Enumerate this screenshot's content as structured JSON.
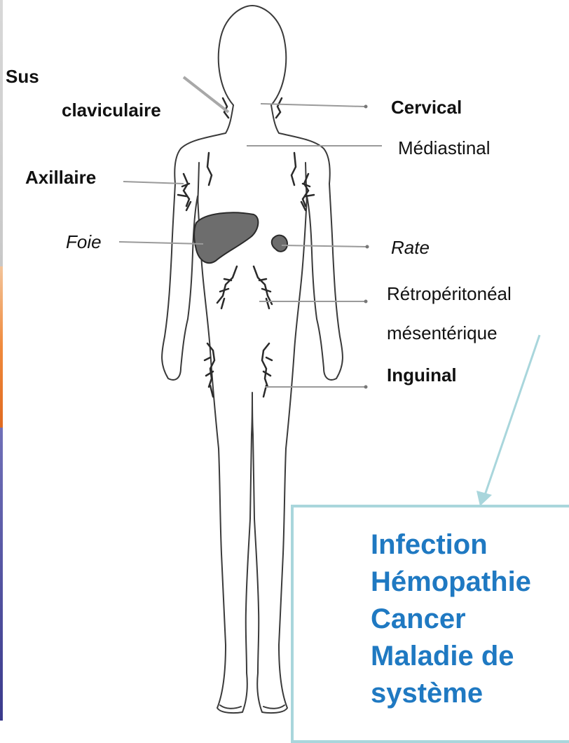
{
  "labels": {
    "sus_line1": "Sus",
    "sus_line2": "claviculaire",
    "axillaire": "Axillaire",
    "foie": "Foie",
    "cervical": "Cervical",
    "mediastinal": "Médiastinal",
    "rate": "Rate",
    "retroperitoneal_line1": "Rétropéritonéal",
    "retroperitoneal_line2": "mésentérique",
    "inguinal": "Inguinal"
  },
  "causes": [
    "Infection",
    "Hémopathie",
    "Cancer",
    "Maladie de",
    "système"
  ],
  "colors": {
    "causes_text": "#1f79c2",
    "box_border": "#a9d6dc",
    "arrow": "#a9d6dc",
    "organ_fill": "#6d6d6d",
    "leader_line": "#9a9a9a"
  }
}
